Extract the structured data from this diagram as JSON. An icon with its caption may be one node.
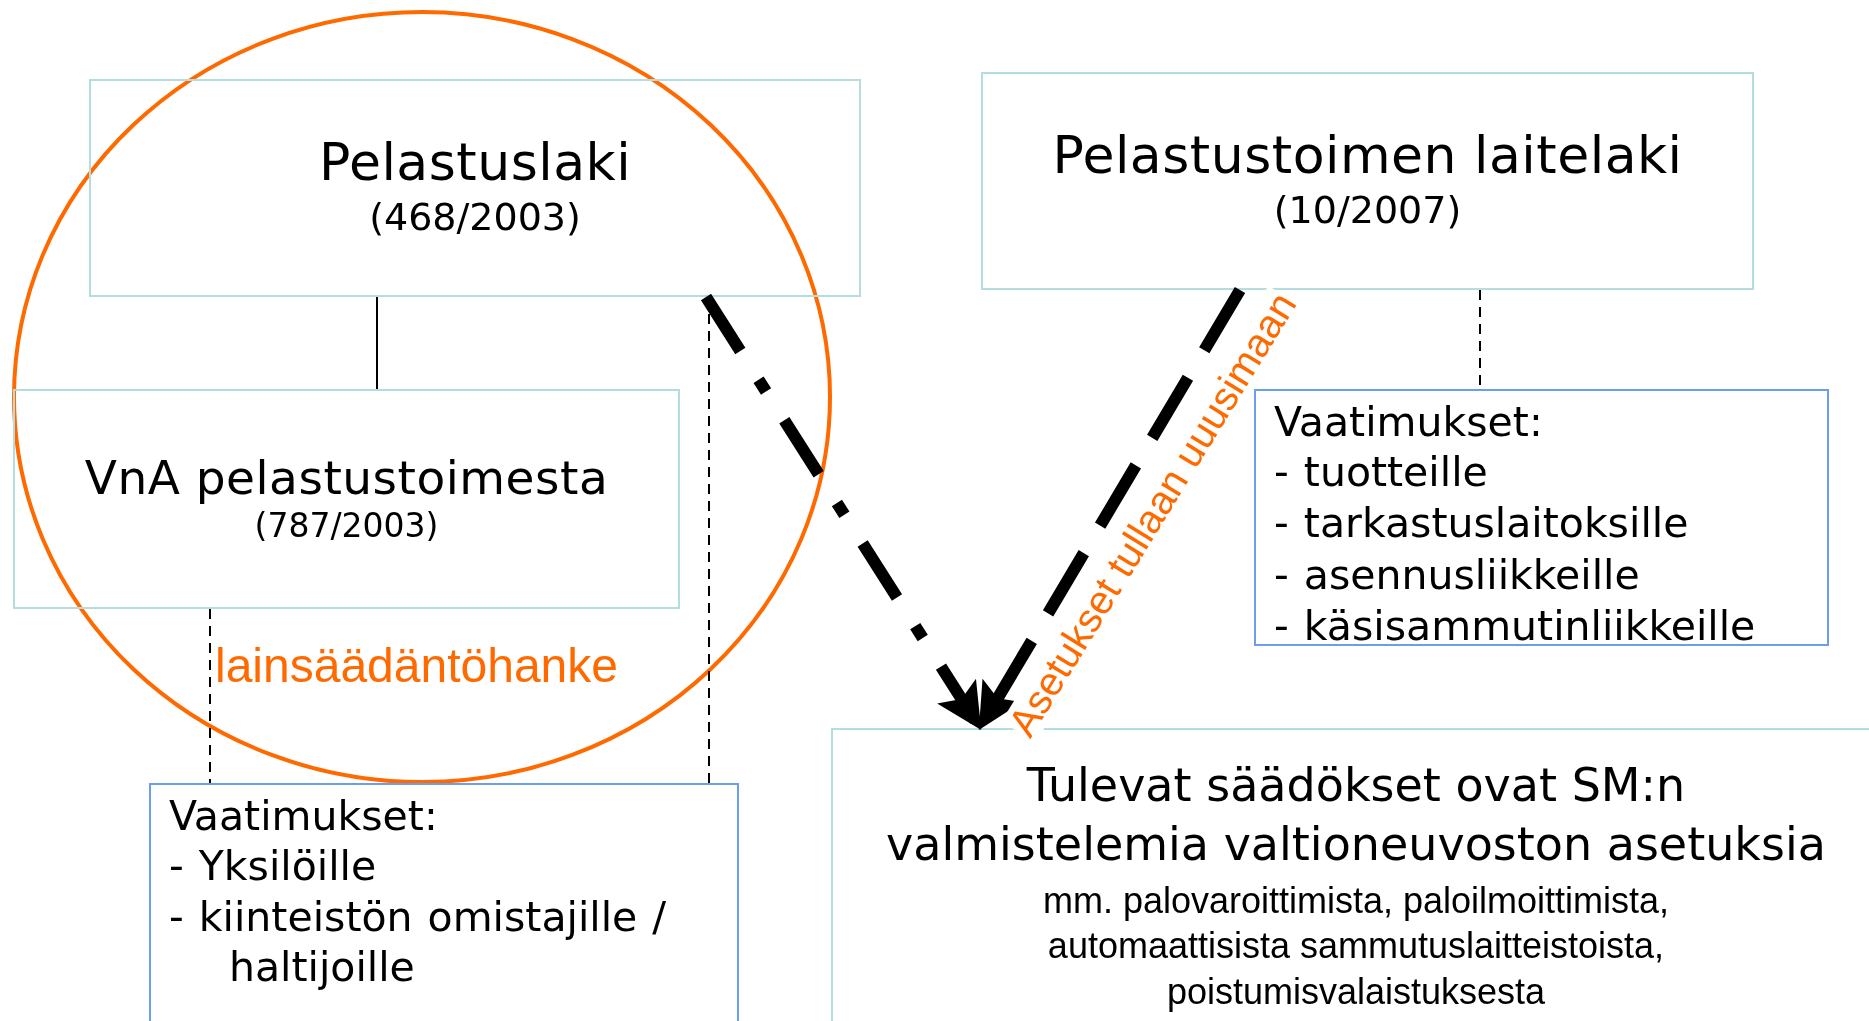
{
  "diagram": {
    "nodes": [
      {
        "text": [
          "Pelastuslaki",
          "(468/2003)"
        ]
      },
      {
        "text": [
          "VnA pelastustoimesta",
          "(787/2003)"
        ]
      },
      {
        "text": [
          "Pelastustoimen laitelaki",
          "(10/2007)"
        ]
      },
      {
        "text": [
          "Vaatimukset:",
          "- tuotteille",
          "- tarkastuslaitoksille",
          "- asennusliikkeille",
          "- käsisammutinliikkeille"
        ]
      },
      {
        "text": [
          "Vaatimukset:",
          "- Yksilöille",
          "- kiinteistön omistajille / haltijoille"
        ]
      },
      {
        "text": [
          "Tulevat säädökset ovat SM:n valmistelemia valtioneuvoston asetuksia",
          "mm. palovaroittimista, paloilmoittimista, automaattisista sammutuslaitteistoista, poistumisvalaistuksesta"
        ]
      }
    ],
    "edges": [
      {
        "from": 0,
        "to": 1,
        "arrow": "none"
      },
      {
        "from": 1,
        "to": 4,
        "arrow": "none",
        "style": "dashed"
      },
      {
        "from": 0,
        "to": 4,
        "arrow": "none",
        "style": "dashed"
      },
      {
        "from": 0,
        "to": 5,
        "arrow": "to",
        "style": "dashed"
      },
      {
        "from": 2,
        "to": 5,
        "arrow": "to",
        "style": "dashed",
        "label": "Asetukset tullaan uuusimaan"
      },
      {
        "from": 2,
        "to": 3,
        "arrow": "none",
        "style": "dashed"
      }
    ],
    "labels": [
      "lainsäädäntöhanke"
    ]
  }
}
